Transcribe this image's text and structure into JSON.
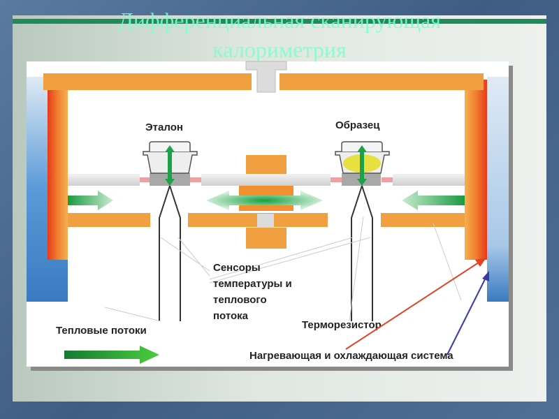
{
  "slide": {
    "title_line1": "Дифференциальная сканирующая",
    "title_line2": "калориметрия"
  },
  "diagram": {
    "reference_label": "Эталон",
    "sample_label": "Образец",
    "sensors_label": [
      "Сенсоры",
      "температуры и",
      "теплового",
      "потока"
    ],
    "thermoresistor_label": "Терморезистор",
    "heat_flows_label": "Тепловые потоки",
    "heating_cooling_label": "Нагревающая и охлаждающая система"
  },
  "colors": {
    "orange": "#f0a040",
    "green": "#1fa04a",
    "blue_wall": "#4a8ad0",
    "red_arrow": "#e84020",
    "blue_arrow": "#3a3aa0"
  }
}
